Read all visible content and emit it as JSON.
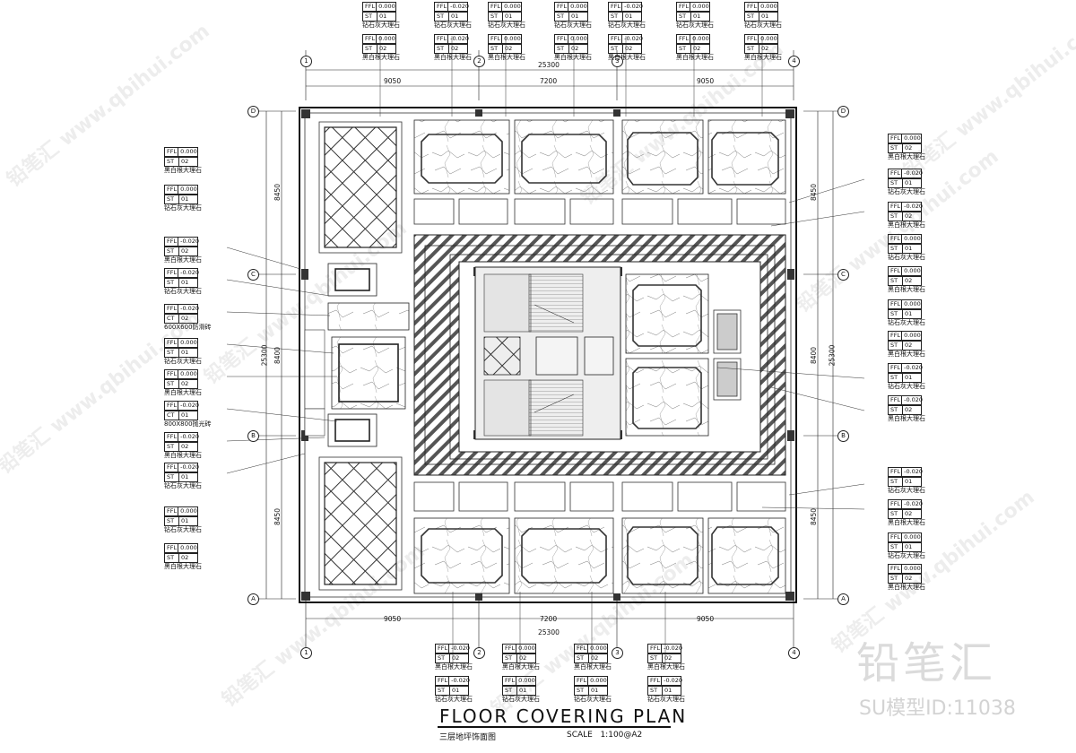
{
  "title": "FLOOR COVERING PLAN",
  "subtitle": "三层地坪饰面图",
  "scale_label": "SCALE",
  "scale_value": "1:100@A2",
  "brand": "铅笔汇",
  "brand_id": "SU模型ID:11038",
  "watermarks": [
    "铅笔汇 www.qbihui.com",
    "铅笔汇 www.qbihui.com",
    "铅笔汇 www.qbihui.com",
    "铅笔汇 www.qbihui.com",
    "铅笔汇 www.qbihui.com",
    "铅笔汇 www.qbihui.com",
    "铅笔汇 www.qbihui.com",
    "铅笔汇 www.qbihui.com",
    "铅笔汇 www.qbihui.com"
  ],
  "dimensions": {
    "overall": "25300",
    "left": "9050",
    "middle": "7200",
    "right": "9050",
    "v_top": "8450",
    "v_mid": "8400",
    "v_bot": "8450"
  },
  "axes": {
    "cols": [
      "1",
      "2",
      "3",
      "4"
    ],
    "rows": [
      "D",
      "C",
      "B",
      "A"
    ]
  },
  "materials": {
    "grey": "钻石灰大理石",
    "bw": "黑白根大理石",
    "anti": "600X600防滑砖",
    "polish": "800X800抛光砖"
  },
  "tags": {
    "top": [
      {
        "ffl": "0.000",
        "code": "ST",
        "num": "01",
        "mat": "钻石灰大理石"
      },
      {
        "ffl": "0.000",
        "code": "ST",
        "num": "02",
        "mat": "黑白根大理石"
      },
      {
        "ffl": "-0.020",
        "code": "ST",
        "num": "01",
        "mat": "钻石灰大理石"
      },
      {
        "ffl": "-0.020",
        "code": "ST",
        "num": "02",
        "mat": "黑白根大理石"
      },
      {
        "ffl": "0.000",
        "code": "ST",
        "num": "01",
        "mat": "钻石灰大理石"
      },
      {
        "ffl": "0.000",
        "code": "ST",
        "num": "02",
        "mat": "黑白根大理石"
      },
      {
        "ffl": "0.000",
        "code": "ST",
        "num": "01",
        "mat": "钻石灰大理石"
      },
      {
        "ffl": "0.000",
        "code": "ST",
        "num": "02",
        "mat": "黑白根大理石"
      },
      {
        "ffl": "-0.020",
        "code": "ST",
        "num": "01",
        "mat": "钻石灰大理石"
      },
      {
        "ffl": "-0.020",
        "code": "ST",
        "num": "02",
        "mat": "黑白根大理石"
      },
      {
        "ffl": "0.000",
        "code": "ST",
        "num": "01",
        "mat": "钻石灰大理石"
      },
      {
        "ffl": "0.000",
        "code": "ST",
        "num": "02",
        "mat": "黑白根大理石"
      },
      {
        "ffl": "0.000",
        "code": "ST",
        "num": "01",
        "mat": "钻石灰大理石"
      },
      {
        "ffl": "0.000",
        "code": "ST",
        "num": "02",
        "mat": "黑白根大理石"
      }
    ],
    "left": [
      {
        "ffl": "0.000",
        "code": "ST",
        "num": "02",
        "mat": "黑白根大理石"
      },
      {
        "ffl": "0.000",
        "code": "ST",
        "num": "01",
        "mat": "钻石灰大理石"
      },
      {
        "ffl": "-0.020",
        "code": "ST",
        "num": "02",
        "mat": "黑白根大理石"
      },
      {
        "ffl": "-0.020",
        "code": "ST",
        "num": "01",
        "mat": "钻石灰大理石"
      },
      {
        "ffl": "-0.020",
        "code": "CT",
        "num": "02",
        "mat": "600X600防滑砖"
      },
      {
        "ffl": "0.000",
        "code": "ST",
        "num": "01",
        "mat": "钻石灰大理石"
      },
      {
        "ffl": "0.000",
        "code": "ST",
        "num": "02",
        "mat": "黑白根大理石"
      },
      {
        "ffl": "-0.020",
        "code": "CT",
        "num": "01",
        "mat": "800X800抛光砖"
      },
      {
        "ffl": "-0.020",
        "code": "ST",
        "num": "02",
        "mat": "黑白根大理石"
      },
      {
        "ffl": "-0.020",
        "code": "ST",
        "num": "01",
        "mat": "钻石灰大理石"
      },
      {
        "ffl": "0.000",
        "code": "ST",
        "num": "01",
        "mat": "钻石灰大理石"
      },
      {
        "ffl": "0.000",
        "code": "ST",
        "num": "02",
        "mat": "黑白根大理石"
      }
    ],
    "right": [
      {
        "ffl": "0.000",
        "code": "ST",
        "num": "02",
        "mat": "黑白根大理石"
      },
      {
        "ffl": "-0.020",
        "code": "ST",
        "num": "01",
        "mat": "钻石灰大理石"
      },
      {
        "ffl": "-0.020",
        "code": "ST",
        "num": "02",
        "mat": "黑白根大理石"
      },
      {
        "ffl": "0.000",
        "code": "ST",
        "num": "01",
        "mat": "钻石灰大理石"
      },
      {
        "ffl": "0.000",
        "code": "ST",
        "num": "02",
        "mat": "黑白根大理石"
      },
      {
        "ffl": "0.000",
        "code": "ST",
        "num": "01",
        "mat": "钻石灰大理石"
      },
      {
        "ffl": "0.000",
        "code": "ST",
        "num": "02",
        "mat": "黑白根大理石"
      },
      {
        "ffl": "-0.020",
        "code": "ST",
        "num": "01",
        "mat": "钻石灰大理石"
      },
      {
        "ffl": "-0.020",
        "code": "ST",
        "num": "02",
        "mat": "黑白根大理石"
      },
      {
        "ffl": "-0.020",
        "code": "ST",
        "num": "01",
        "mat": "钻石灰大理石"
      },
      {
        "ffl": "-0.020",
        "code": "ST",
        "num": "02",
        "mat": "黑白根大理石"
      },
      {
        "ffl": "0.000",
        "code": "ST",
        "num": "01",
        "mat": "钻石灰大理石"
      },
      {
        "ffl": "0.000",
        "code": "ST",
        "num": "02",
        "mat": "黑白根大理石"
      }
    ],
    "bottom": [
      {
        "ffl": "-0.020",
        "code": "ST",
        "num": "02",
        "mat": "黑白根大理石"
      },
      {
        "ffl": "-0.020",
        "code": "ST",
        "num": "01",
        "mat": "钻石灰大理石"
      },
      {
        "ffl": "0.000",
        "code": "ST",
        "num": "02",
        "mat": "黑白根大理石"
      },
      {
        "ffl": "0.000",
        "code": "ST",
        "num": "01",
        "mat": "钻石灰大理石"
      },
      {
        "ffl": "0.000",
        "code": "ST",
        "num": "02",
        "mat": "黑白根大理石"
      },
      {
        "ffl": "0.000",
        "code": "ST",
        "num": "01",
        "mat": "钻石灰大理石"
      },
      {
        "ffl": "-0.020",
        "code": "ST",
        "num": "02",
        "mat": "黑白根大理石"
      },
      {
        "ffl": "-0.020",
        "code": "ST",
        "num": "01",
        "mat": "钻石灰大理石"
      }
    ]
  }
}
